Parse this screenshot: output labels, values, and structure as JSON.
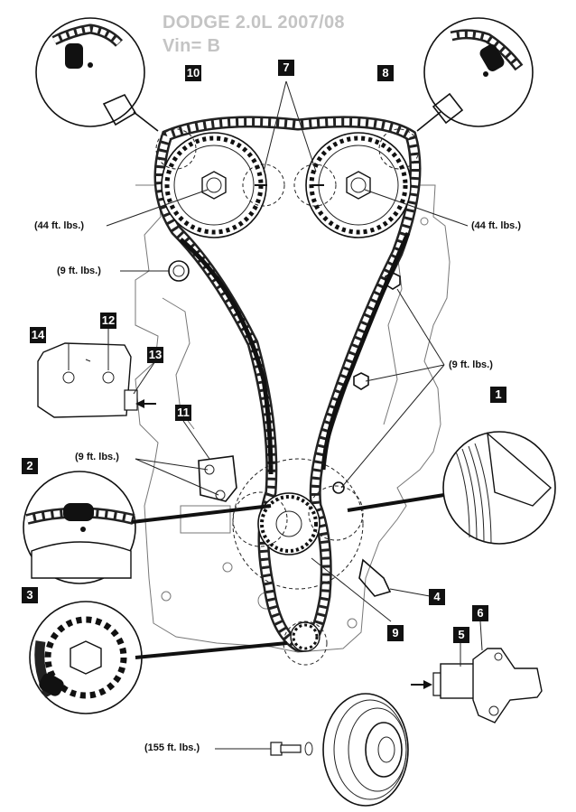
{
  "header": {
    "line1": "DODGE 2.0L  2007/08",
    "line2": "Vin= B"
  },
  "callouts": [
    "1",
    "2",
    "3",
    "4",
    "5",
    "6",
    "7",
    "8",
    "9",
    "10",
    "11",
    "12",
    "13",
    "14"
  ],
  "torque": {
    "cam_left": "(44 ft. lbs.)",
    "cam_right": "(44 ft. lbs.)",
    "guide_bolt": "(9 ft. lbs.)",
    "rh_guide": "(9 ft. lbs.)",
    "tensioner_arm": "(9 ft. lbs.)",
    "crank_bolt": "(155 ft. lbs.)"
  }
}
